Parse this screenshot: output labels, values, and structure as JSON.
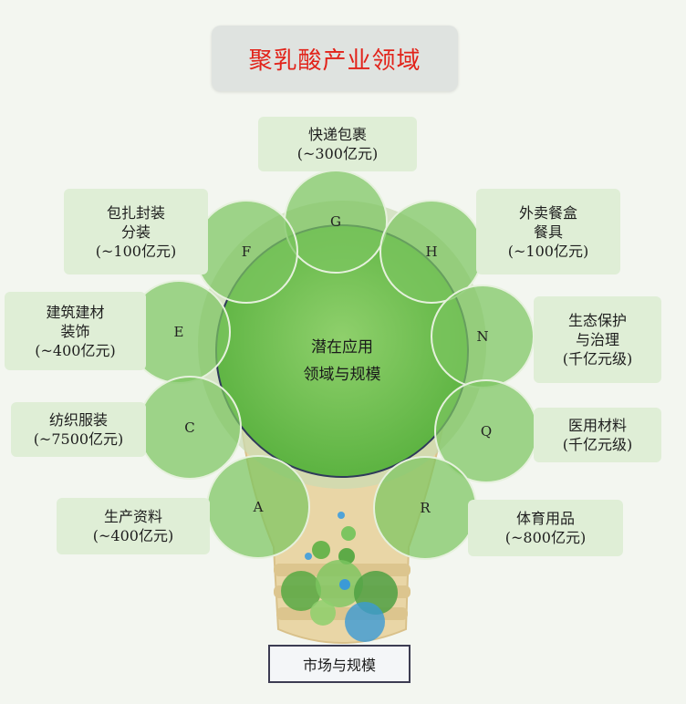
{
  "title": "聚乳酸产业领域",
  "center": "潜在应用\n领域与规模",
  "bottom": "市场与规模",
  "colors": {
    "title_text": "#e2231a",
    "circle_fill": "#7cc560",
    "bulb_green": "#6dbf4f",
    "stem": "#e8d3a0",
    "label_bg": "#dfeed6"
  },
  "nodes": [
    {
      "letter": "G",
      "label": "快递包裹\n(~300亿元)"
    },
    {
      "letter": "F",
      "label": "包扎封装\n分装\n(~100亿元)"
    },
    {
      "letter": "H",
      "label": "外卖餐盒\n餐具\n(~100亿元)"
    },
    {
      "letter": "E",
      "label": "建筑建材\n装饰\n(~400亿元)"
    },
    {
      "letter": "N",
      "label": "生态保护\n与治理\n(千亿元级)"
    },
    {
      "letter": "C",
      "label": "纺织服装\n(~7500亿元)"
    },
    {
      "letter": "Q",
      "label": "医用材料\n(千亿元级)"
    },
    {
      "letter": "A",
      "label": "生产资料\n(~400亿元)"
    },
    {
      "letter": "R",
      "label": "体育用品\n(~800亿元)"
    }
  ]
}
